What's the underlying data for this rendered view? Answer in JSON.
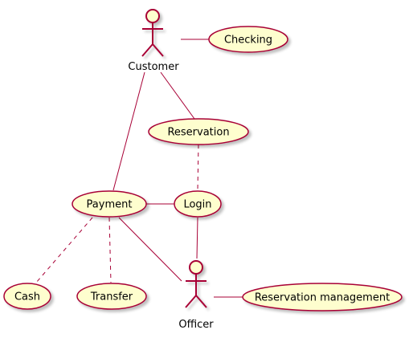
{
  "colors": {
    "border": "#A80036",
    "usecase_fill": "#FEFECE",
    "text": "#000000",
    "shadow": "#D8D8D8"
  },
  "actors": {
    "customer": {
      "label": "Customer"
    },
    "officer": {
      "label": "Officer"
    }
  },
  "usecases": {
    "checking": {
      "label": "Checking"
    },
    "reservation": {
      "label": "Reservation"
    },
    "payment": {
      "label": "Payment"
    },
    "login": {
      "label": "Login"
    },
    "cash": {
      "label": "Cash"
    },
    "transfer": {
      "label": "Transfer"
    },
    "reservation_management": {
      "label": "Reservation management"
    }
  },
  "relations": [
    {
      "from": "Customer",
      "to": "Checking",
      "style": "solid"
    },
    {
      "from": "Customer",
      "to": "Reservation",
      "style": "solid"
    },
    {
      "from": "Customer",
      "to": "Payment",
      "style": "solid"
    },
    {
      "from": "Reservation",
      "to": "Login",
      "style": "dashed"
    },
    {
      "from": "Payment",
      "to": "Login",
      "style": "solid"
    },
    {
      "from": "Login",
      "to": "Officer",
      "style": "solid"
    },
    {
      "from": "Payment",
      "to": "Officer",
      "style": "solid"
    },
    {
      "from": "Payment",
      "to": "Cash",
      "style": "dashed"
    },
    {
      "from": "Payment",
      "to": "Transfer",
      "style": "dashed"
    },
    {
      "from": "Officer",
      "to": "Reservation management",
      "style": "solid"
    }
  ]
}
